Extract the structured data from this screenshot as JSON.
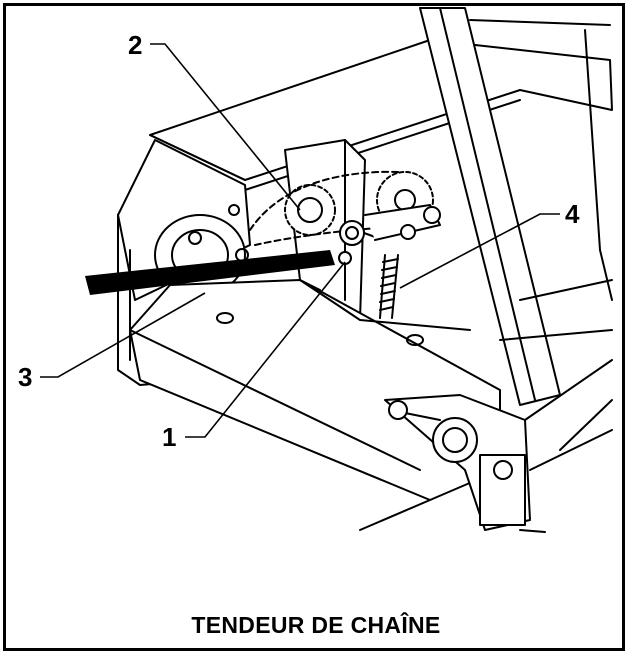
{
  "diagram": {
    "caption": "TENDEUR DE CHAÎNE",
    "callouts": [
      {
        "label": "1"
      },
      {
        "label": "2"
      },
      {
        "label": "3"
      },
      {
        "label": "4"
      }
    ]
  },
  "colors": {
    "ink": "#000000",
    "paper": "#ffffff",
    "shade": "#bdbdbd"
  }
}
